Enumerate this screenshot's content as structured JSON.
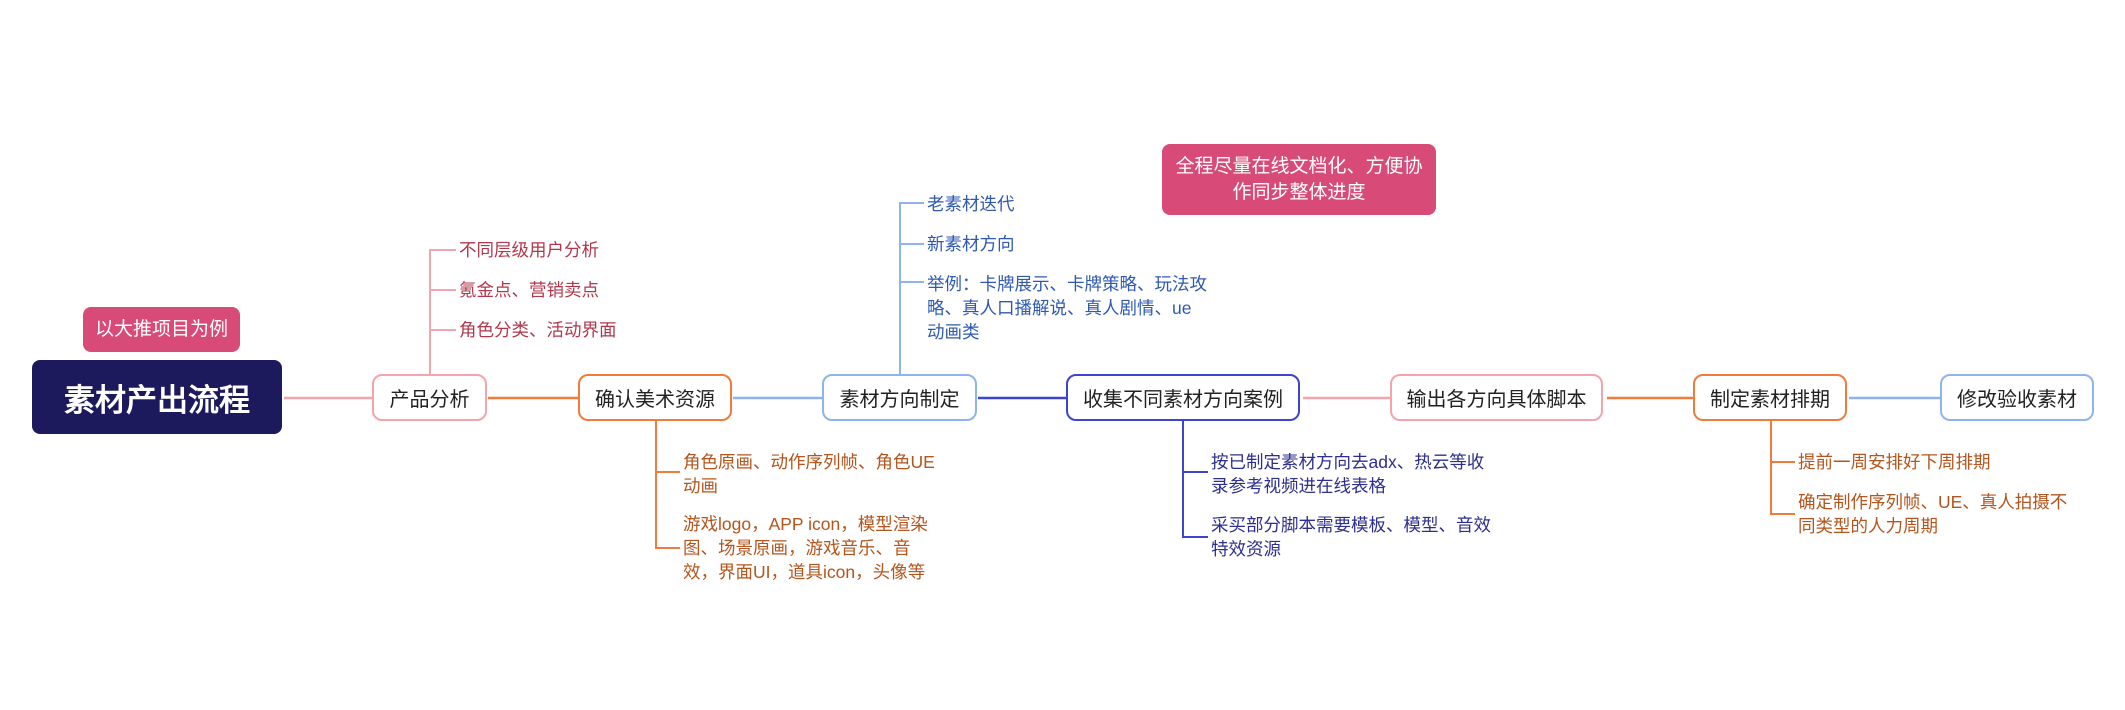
{
  "root": {
    "title": "素材产出流程"
  },
  "tags": {
    "example": "以大推项目为例",
    "note": "全程尽量在线文档化、方便协作同步整体进度"
  },
  "steps": [
    {
      "label": "产品分析",
      "color": "#f4a4ad",
      "children": [
        "不同层级用户分析",
        "氪金点、营销卖点",
        "角色分类、活动界面"
      ]
    },
    {
      "label": "确认美术资源",
      "color": "#f07b3a",
      "children": [
        "角色原画、动作序列帧、角色UE动画",
        "游戏logo，APP icon，模型渲染图、场景原画，游戏音乐、音效，界面UI，道具icon，头像等"
      ]
    },
    {
      "label": "素材方向制定",
      "color": "#8fb3ef",
      "children": [
        "老素材迭代",
        "新素材方向",
        "举例：卡牌展示、卡牌策略、玩法攻略、真人口播解说、真人剧情、ue动画类"
      ]
    },
    {
      "label": "收集不同素材方向案例",
      "color": "#3d45d0",
      "children": [
        "按已制定素材方向去adx、热云等收录参考视频进在线表格",
        "采买部分脚本需要模板、模型、音效特效资源"
      ]
    },
    {
      "label": "输出各方向具体脚本",
      "color": "#f4a4ad",
      "children": []
    },
    {
      "label": "制定素材排期",
      "color": "#f07b3a",
      "children": [
        "提前一周安排好下周排期",
        "确定制作序列帧、UE、真人拍摄不同类型的人力周期"
      ]
    },
    {
      "label": "修改验收素材",
      "color": "#8fb3ef",
      "children": []
    }
  ],
  "colors": {
    "root_bg": "#1c1a5c",
    "tag_bg": "#d84a77"
  }
}
